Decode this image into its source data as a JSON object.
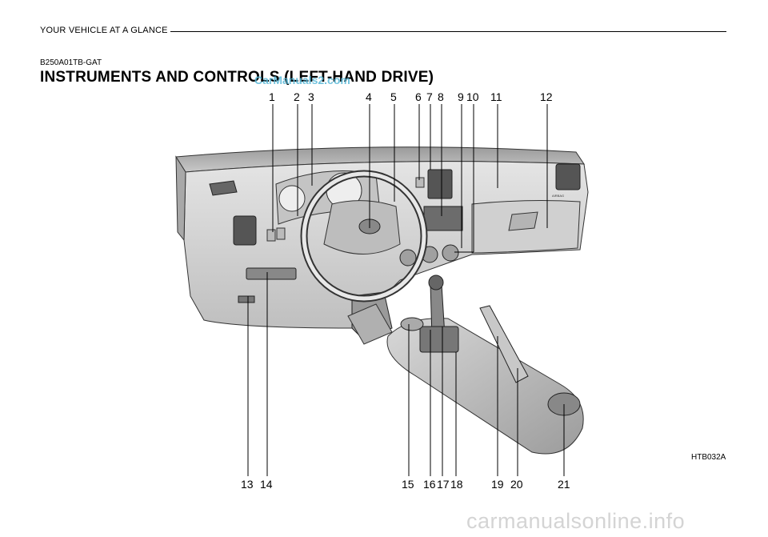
{
  "header": {
    "title": "YOUR VEHICLE AT A GLANCE"
  },
  "section": {
    "code": "B250A01TB-GAT",
    "title": "INSTRUMENTS AND CONTROLS (LEFT-HAND DRIVE)"
  },
  "watermark_top": "CarManuals2.com",
  "figure": {
    "code": "HTB032A",
    "airbag_label": "AIRBAG",
    "callouts_top": [
      "1",
      "2",
      "3",
      "4",
      "5",
      "6",
      "7",
      "8",
      "9",
      "10",
      "11",
      "12"
    ],
    "callouts_bottom": [
      "13",
      "14",
      "15",
      "16",
      "17",
      "18",
      "19",
      "20",
      "21"
    ]
  },
  "footer": {
    "watermark": "carmanualsonline.info"
  }
}
